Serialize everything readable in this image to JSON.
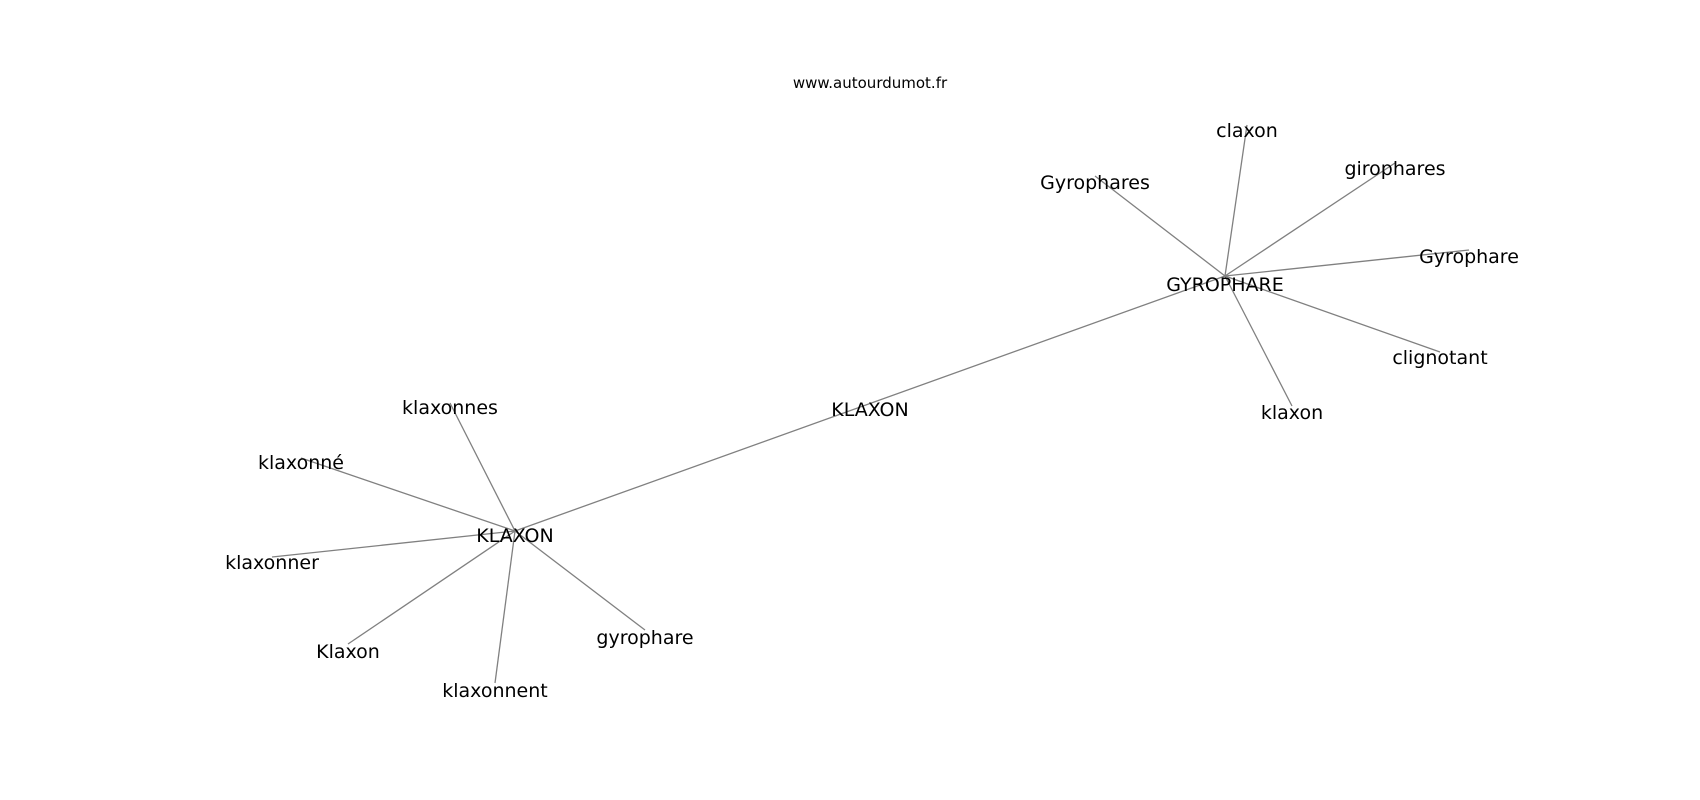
{
  "header": {
    "site": "www.autourdumot.fr"
  },
  "graph": {
    "nodes": [
      {
        "id": "center",
        "label": "KLAXON"
      },
      {
        "id": "hub_klaxon",
        "label": "KLAXON"
      },
      {
        "id": "hub_gyrophare",
        "label": "GYROPHARE"
      },
      {
        "id": "klaxonnes",
        "label": "klaxonnes"
      },
      {
        "id": "klaxonne_acc",
        "label": "klaxonné"
      },
      {
        "id": "klaxonner",
        "label": "klaxonner"
      },
      {
        "id": "Klaxon_cap",
        "label": "Klaxon"
      },
      {
        "id": "klaxonnent",
        "label": "klaxonnent"
      },
      {
        "id": "gyrophare_low",
        "label": "gyrophare"
      },
      {
        "id": "claxon",
        "label": "claxon"
      },
      {
        "id": "Gyrophares_cap",
        "label": "Gyrophares"
      },
      {
        "id": "girophares",
        "label": "girophares"
      },
      {
        "id": "Gyrophare_cap",
        "label": "Gyrophare"
      },
      {
        "id": "clignotant",
        "label": "clignotant"
      },
      {
        "id": "klaxon_low",
        "label": "klaxon"
      }
    ],
    "edges": [
      {
        "from": "hub_klaxon",
        "to": "hub_gyrophare"
      },
      {
        "from": "hub_klaxon",
        "to": "klaxonnes"
      },
      {
        "from": "hub_klaxon",
        "to": "klaxonne_acc"
      },
      {
        "from": "hub_klaxon",
        "to": "klaxonner"
      },
      {
        "from": "hub_klaxon",
        "to": "Klaxon_cap"
      },
      {
        "from": "hub_klaxon",
        "to": "klaxonnent"
      },
      {
        "from": "hub_klaxon",
        "to": "gyrophare_low"
      },
      {
        "from": "hub_gyrophare",
        "to": "claxon"
      },
      {
        "from": "hub_gyrophare",
        "to": "Gyrophares_cap"
      },
      {
        "from": "hub_gyrophare",
        "to": "girophares"
      },
      {
        "from": "hub_gyrophare",
        "to": "Gyrophare_cap"
      },
      {
        "from": "hub_gyrophare",
        "to": "clignotant"
      },
      {
        "from": "hub_gyrophare",
        "to": "klaxon_low"
      }
    ]
  }
}
